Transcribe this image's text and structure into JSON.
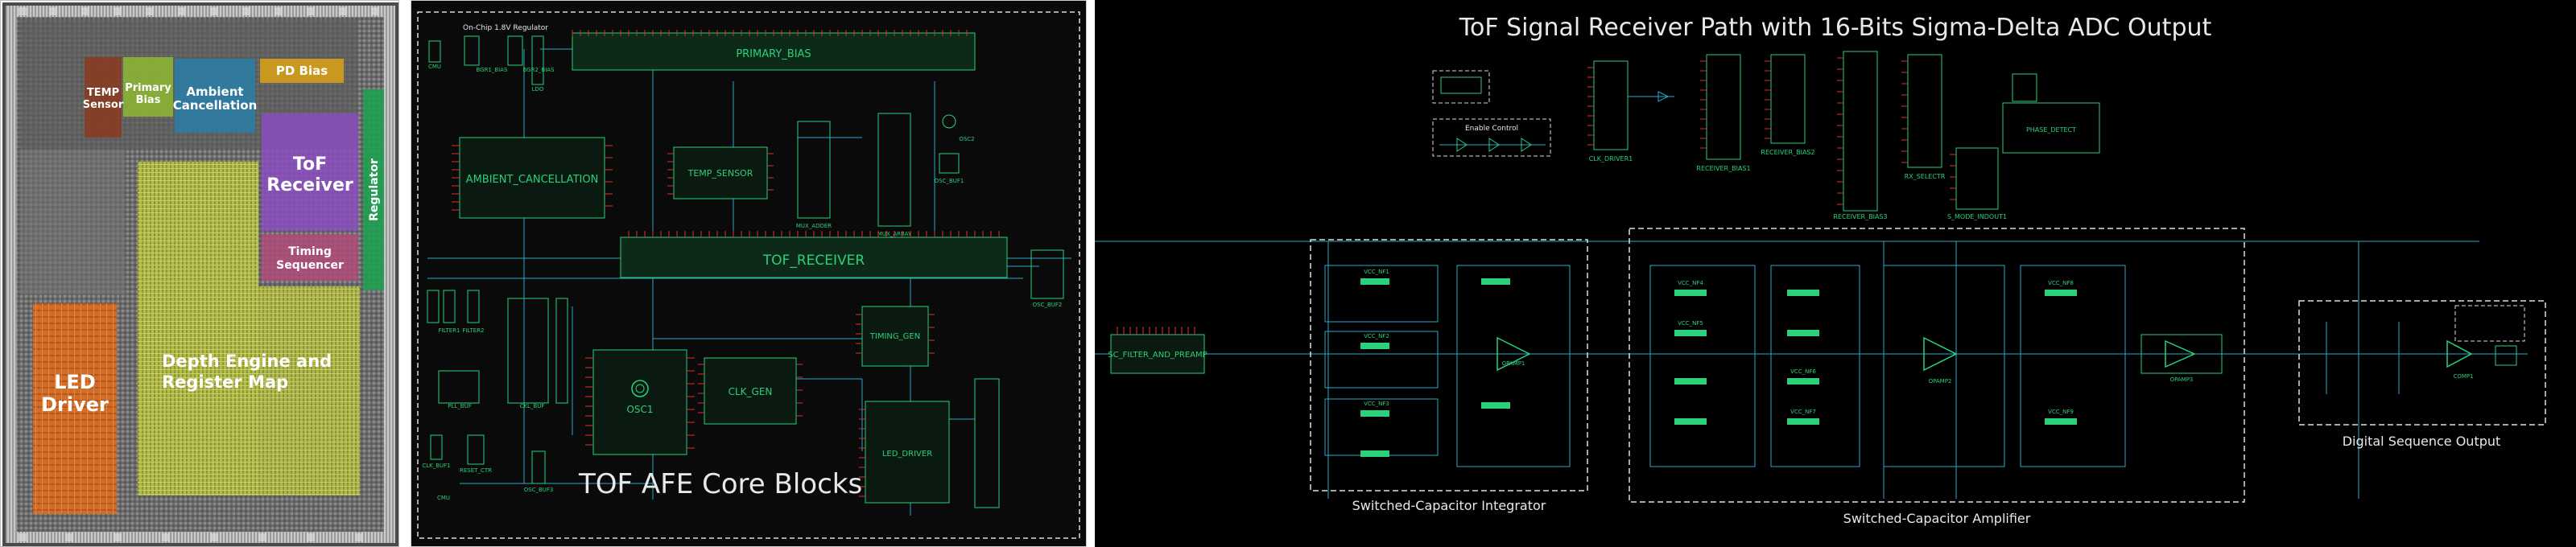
{
  "die": {
    "blocks": {
      "temp_sensor": [
        "TEMP",
        "Sensor"
      ],
      "primary_bias": [
        "Primary",
        "Bias"
      ],
      "ambient_cancellation": [
        "Ambient",
        "Cancellation"
      ],
      "pd_bias": "PD Bias",
      "tof_receiver": [
        "ToF",
        "Receiver"
      ],
      "regulator": "Regulator",
      "timing_sequencer": [
        "Timing",
        "Sequencer"
      ],
      "depth_engine": [
        "Depth Engine and",
        "Register Map"
      ],
      "led_driver": [
        "LED",
        "Driver"
      ]
    }
  },
  "floorplan": {
    "caption": "TOF AFE Core Blocks",
    "regulator_note": "On-Chip 1.8V Regulator",
    "blocks": {
      "primary_bias": "PRIMARY_BIAS",
      "ambient_cancellation": "AMBIENT_CANCELLATION",
      "temp_sensor": "TEMP_SENSOR",
      "tof_receiver": "TOF_RECEIVER",
      "osc": "OSC1",
      "clk_gen": "CLK_GEN",
      "timing_gen": "TIMING_GEN",
      "led_driver": "LED_DRIVER"
    },
    "small_labels": [
      "CMU",
      "BGR1_BIAS",
      "LDO",
      "BGR2_BIAS",
      "MUX_ADDER",
      "MUX_ARRAY",
      "OSC2",
      "OSC_BUF1",
      "FILTER1",
      "FILTER2",
      "PLL_BUF",
      "CKL_BUF",
      "OSC_BUF2",
      "CLK_BUF1",
      "CMU",
      "RESET_CTR",
      "OSC_BUF3"
    ]
  },
  "schematic": {
    "title": "ToF Signal Receiver Path with 16-Bits Sigma-Delta ADC Output",
    "groups": {
      "integrator": "Switched-Capacitor Integrator",
      "amplifier": "Switched-Capacitor Amplifier",
      "digital_output": "Digital Sequence Output"
    },
    "enable_control": "Enable Control",
    "filter_preamp": "SC_FILTER_AND_PREAMP",
    "top_blocks": [
      "CLK_DRIVER1",
      "RECEIVER_BIAS1",
      "RECEIVER_BIAS2",
      "RECEIVER_BIAS3",
      "RX_SELECTR",
      "S_MODE_INDOUT1",
      "PHASE_DETECT"
    ],
    "opamps": [
      "OPAMP1",
      "OPAMP2",
      "OPAMP3",
      "COMP1"
    ],
    "caps": [
      "VCC_NF1",
      "VCC_NF2",
      "VCC_NF3",
      "VCC_NF4",
      "VCC_NF5",
      "VCC_NF6",
      "VCC_NF7",
      "VCC_NF8",
      "VCC_NF9"
    ]
  },
  "colors": {
    "die_temp": "#8a3a1e",
    "die_bias": "#8db832",
    "die_ambient": "#2a7fa8",
    "die_pdbias": "#d4a017",
    "die_tof": "#8a4ec0",
    "die_regulator": "#1ea050",
    "die_timing": "#b04b7a",
    "die_depth": "#9aa832",
    "die_led": "#d2681e",
    "wire_cyan": "#2aa7c9",
    "block_green": "#2ad07a",
    "pin_red": "#e0302a"
  }
}
